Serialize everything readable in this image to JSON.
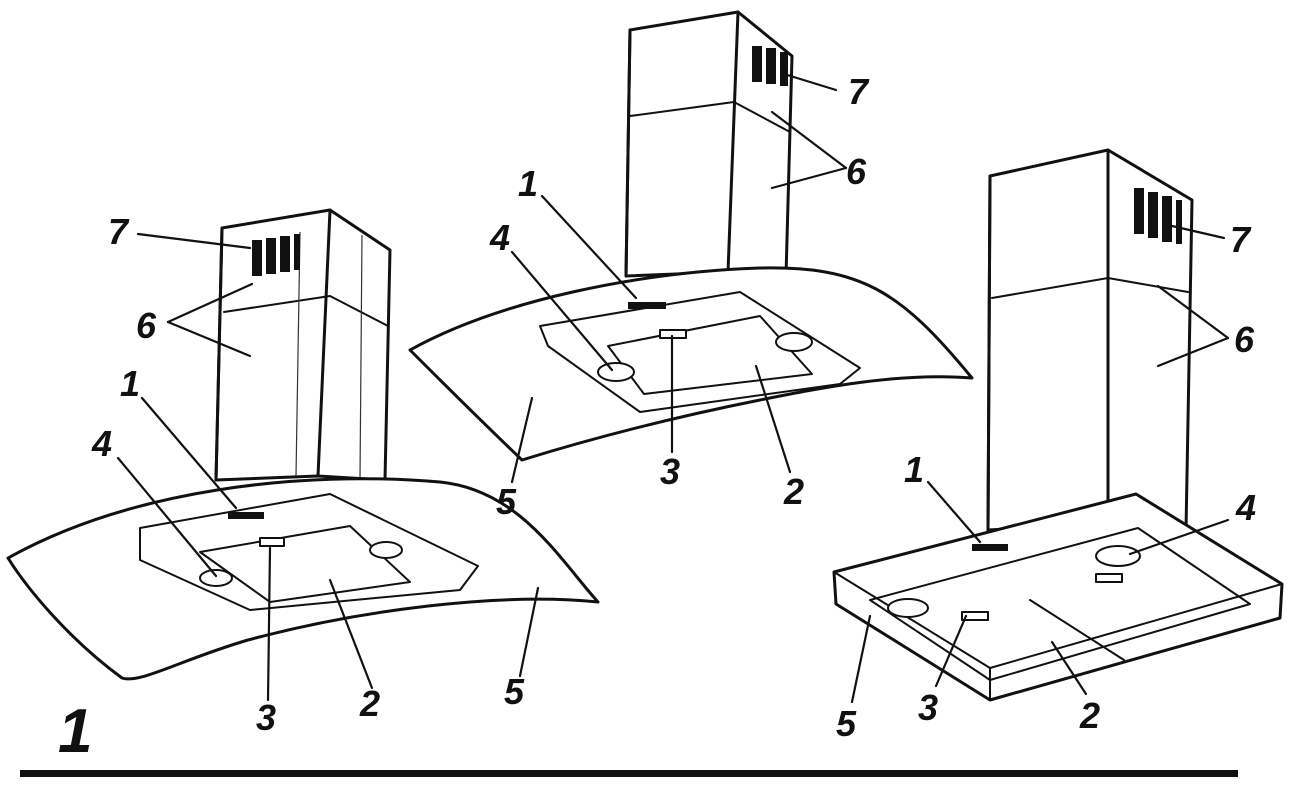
{
  "figure": {
    "figure_number": "1",
    "hoods": [
      {
        "name": "left-curved-island-hood",
        "callouts": [
          "1",
          "2",
          "3",
          "4",
          "5",
          "6",
          "7"
        ]
      },
      {
        "name": "center-curved-island-hood",
        "callouts": [
          "1",
          "2",
          "3",
          "4",
          "5",
          "6",
          "7"
        ]
      },
      {
        "name": "right-flat-island-hood",
        "callouts": [
          "1",
          "2",
          "3",
          "4",
          "5",
          "6",
          "7"
        ]
      }
    ]
  }
}
